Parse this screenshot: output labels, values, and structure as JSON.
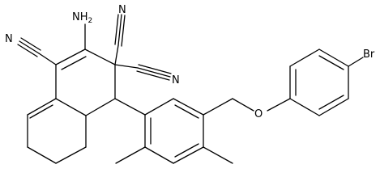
{
  "molecule": {
    "labels": {
      "nh2": "NH2",
      "nh2_main": "NH",
      "nh2_sub": "2",
      "cn": "N",
      "o": "O",
      "br": "Br"
    },
    "colors": {
      "bond": "#000000",
      "text": "#000000",
      "background": "#ffffff"
    }
  }
}
